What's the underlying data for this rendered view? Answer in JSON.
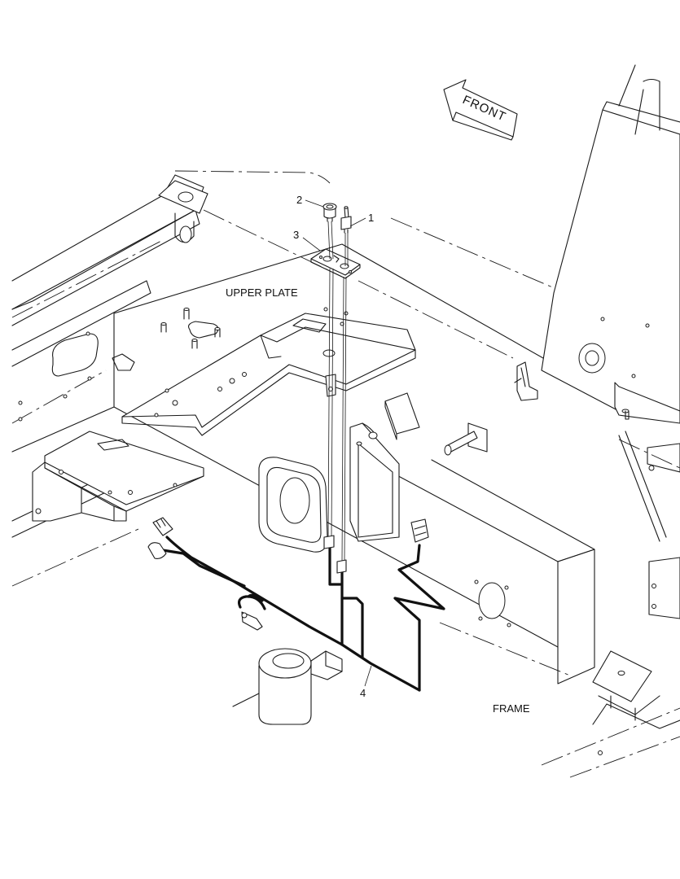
{
  "labels": {
    "front": "FRONT",
    "upper_plate": "UPPER PLATE",
    "frame": "FRAME"
  },
  "callouts": {
    "c1": "1",
    "c2": "2",
    "c3": "3",
    "c4": "4"
  }
}
